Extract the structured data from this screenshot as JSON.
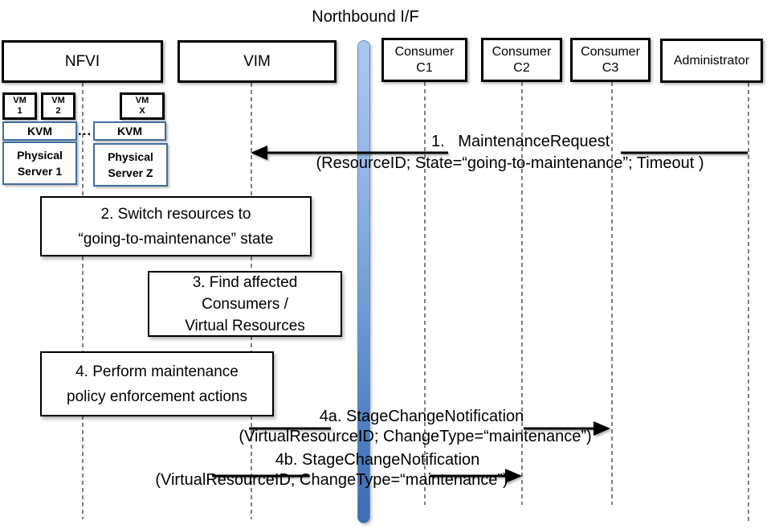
{
  "title": "Northbound I/F",
  "actors": [
    {
      "label": "NFVI"
    },
    {
      "label": "VIM"
    },
    {
      "line1": "Consumer",
      "line2": "C1"
    },
    {
      "line1": "Consumer",
      "line2": "C2"
    },
    {
      "line1": "Consumer",
      "line2": "C3"
    },
    {
      "label": "Administrator"
    }
  ],
  "nfvi_internals": {
    "vms": [
      {
        "line1": "VM",
        "line2": "1"
      },
      {
        "line1": "VM",
        "line2": "2"
      },
      {
        "line1": "VM",
        "line2": "X"
      }
    ],
    "hypervisors": [
      "KVM",
      "KVM"
    ],
    "ellipsis": "...",
    "servers": [
      {
        "line1": "Physical",
        "line2": "Server 1"
      },
      {
        "line1": "Physical",
        "line2": "Server Z"
      }
    ]
  },
  "steps": {
    "step2": {
      "line1": "2. Switch resources to",
      "line2": "“going-to-maintenance” state"
    },
    "step3": {
      "line1": "3. Find affected",
      "line2": "Consumers /",
      "line3": "Virtual Resources"
    },
    "step4": {
      "line1": "4. Perform maintenance",
      "line2": "policy enforcement actions"
    }
  },
  "messages": {
    "m1": {
      "label": "1.   MaintenanceRequest",
      "params": "(ResourceID; State=“going-to-maintenance”; Timeout )",
      "from": "Administrator",
      "to": "VIM",
      "direction": "left"
    },
    "m4a": {
      "label": "4a. StageChangeNotification",
      "params": "(VirtualResourceID; ChangeType=“maintenance”)",
      "from": "VIM",
      "to": "Consumer C3",
      "direction": "right"
    },
    "m4b": {
      "label": "4b. StageChangeNotification",
      "params": "(VirtualResourceID; ChangeType=“maintenance”)",
      "from": "VIM",
      "to": "Consumer C2",
      "direction": "right"
    }
  },
  "colors": {
    "box_border_black": "#000000",
    "blue_border": "#3f6e9f",
    "bar_top": "#aac8ef",
    "bar_bottom": "#3c6cb4",
    "lifeline": "#4a4a4a",
    "arrow": "#000000"
  }
}
